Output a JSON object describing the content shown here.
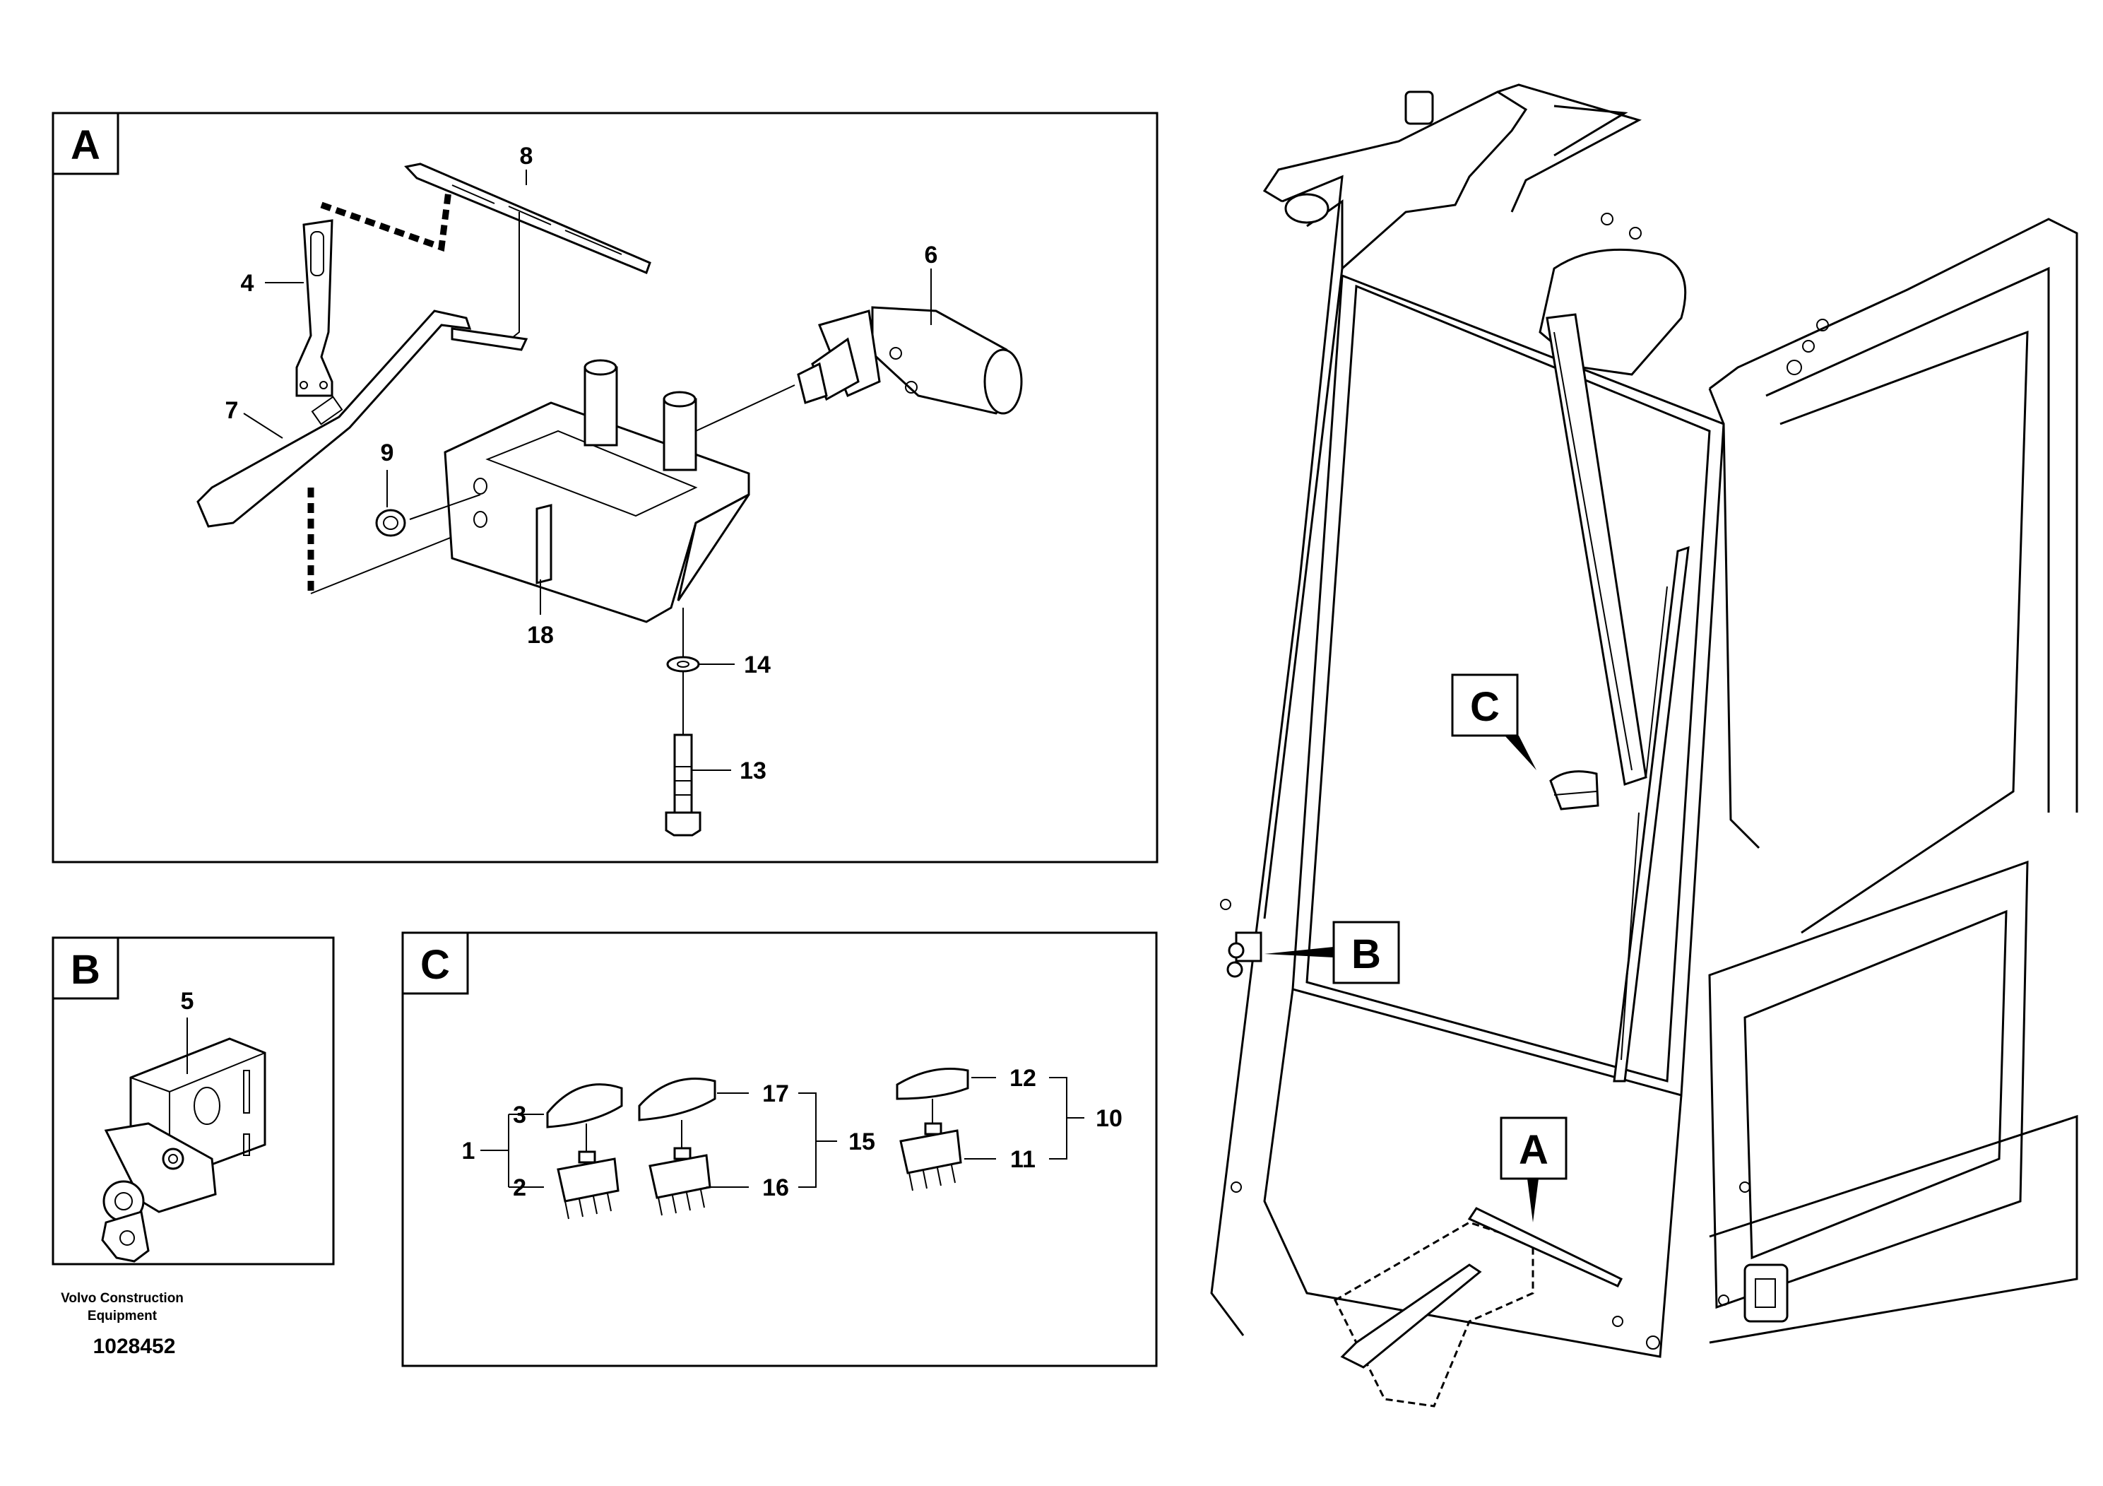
{
  "panels": {
    "A": {
      "letter": "A",
      "callouts": {
        "c8": "8",
        "c6": "6",
        "c4": "4",
        "c7": "7",
        "c9": "9",
        "c18": "18",
        "c14": "14",
        "c13": "13"
      },
      "parts": [
        "wiper-blade",
        "bracket",
        "wiper-arm",
        "wiper-motor",
        "motor-housing",
        "rubber-grommet",
        "washer",
        "bolt"
      ]
    },
    "B": {
      "letter": "B",
      "callouts": {
        "c5": "5"
      },
      "parts": [
        "door-lock-switch"
      ]
    },
    "C": {
      "letter": "C",
      "callouts": {
        "c1": "1",
        "c3": "3",
        "c2": "2",
        "c17": "17",
        "c16": "16",
        "c15": "15",
        "c12": "12",
        "c11": "11",
        "c10": "10"
      },
      "parts": [
        "switch-cap",
        "rocker-switch"
      ]
    }
  },
  "overview": {
    "markers": {
      "A": "A",
      "B": "B",
      "C": "C"
    },
    "subject": "cab-rear-window"
  },
  "footer": {
    "brand_line1": "Volvo Construction",
    "brand_line2": "Equipment",
    "doc_number": "1028452"
  },
  "colors": {
    "ink": "#000000",
    "paper": "#ffffff"
  }
}
